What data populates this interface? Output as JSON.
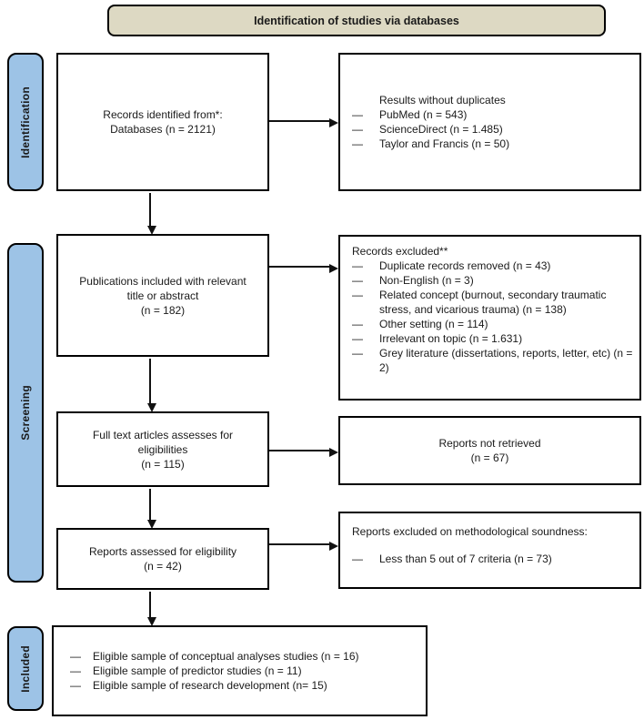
{
  "header": {
    "title": "Identification of studies via databases"
  },
  "stages": {
    "identification": "Identification",
    "screening": "Screening",
    "included": "Included"
  },
  "bullet": "—",
  "left_boxes": {
    "records_identified": {
      "line1": "Records identified from*:",
      "line2": "Databases (n = 2121)"
    },
    "publications_included": {
      "line1": "Publications included with relevant",
      "line2": "title or abstract",
      "line3": "(n = 182)"
    },
    "full_text": {
      "line1": "Full text articles assesses for",
      "line2": "eligibilities",
      "line3": "(n = 115)"
    },
    "reports_assessed": {
      "line1": "Reports assessed for eligibility",
      "line2": "(n = 42)"
    }
  },
  "right_boxes": {
    "results_without_duplicates": {
      "heading": "Results without duplicates",
      "items": [
        "PubMed (n = 543)",
        "ScienceDirect (n = 1.485)",
        "Taylor and Francis (n = 50)"
      ]
    },
    "records_excluded": {
      "heading": "Records excluded**",
      "items": [
        "Duplicate records removed (n = 43)",
        "Non-English (n = 3)",
        "Related concept (burnout, secondary traumatic stress, and vicarious trauma) (n = 138)",
        "Other setting (n = 114)",
        "Irrelevant on topic (n = 1.631)",
        "Grey literature (dissertations, reports, letter, etc) (n = 2)"
      ]
    },
    "reports_not_retrieved": {
      "line1": "Reports not retrieved",
      "line2": "(n = 67)"
    },
    "reports_excluded_methodological": {
      "heading": "Reports excluded on methodological soundness:",
      "items": [
        "Less than 5 out of 7 criteria (n = 73)"
      ]
    }
  },
  "included_box": {
    "items": [
      "Eligible sample of conceptual analyses studies (n = 16)",
      "Eligible sample of predictor studies (n = 11)",
      "Eligible sample of research development (n= 15)"
    ]
  },
  "colors": {
    "stage_fill": "#9dc3e6",
    "header_fill": "#ddd9c3",
    "border": "#000000"
  }
}
